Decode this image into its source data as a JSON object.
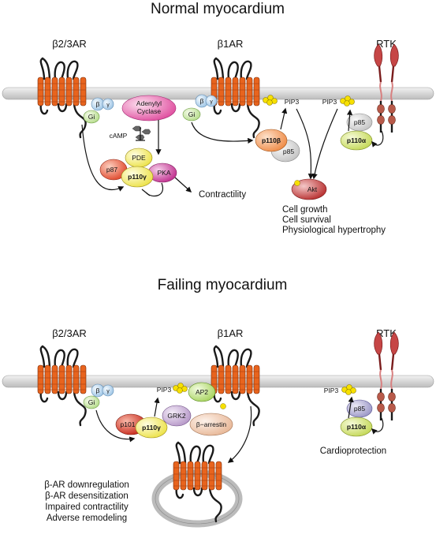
{
  "panels": {
    "normal": {
      "title": "Normal myocardium",
      "receptors": {
        "b23ar": "β2/3AR",
        "b1ar": "β1AR",
        "rtk": "RTK"
      },
      "proteins": {
        "beta_left": "β",
        "gamma_left": "γ",
        "gi": "Gi",
        "beta_mid": "β",
        "gamma_mid": "γ",
        "gi_mid": "Gi",
        "adenylyl_cyclase_line1": "Adenylyl",
        "adenylyl_cyclase_line2": "Cyclase",
        "camp": "cAMP",
        "pde": "PDE",
        "p87": "p87",
        "p110g": "p110γ",
        "pka": "PKA",
        "p110b": "p110β",
        "p85_mid": "p85",
        "pip3_mid": "PIP3",
        "pip3_right": "PIP3",
        "p85_right": "p85",
        "p110a": "p110α",
        "akt": "Akt"
      },
      "outcomes": {
        "contractility": "Contractility",
        "akt_effects": [
          "Cell growth",
          "Cell survival",
          "Physiological hypertrophy"
        ]
      }
    },
    "failing": {
      "title": "Failing myocardium",
      "receptors": {
        "b23ar": "β2/3AR",
        "b1ar": "β1AR",
        "rtk": "RTK"
      },
      "proteins": {
        "beta": "β",
        "gamma": "γ",
        "gi": "Gi",
        "pip3_mid": "PIP3",
        "ap2": "AP2",
        "p101": "p101",
        "p110g": "p110γ",
        "grk2": "GRK2",
        "barrestin": "β−arrestin",
        "pip3_right": "PIP3",
        "p85": "p85",
        "p110a": "p110α"
      },
      "outcomes": {
        "cardioprotection": "Cardioprotection",
        "bar_effects": [
          "β-AR downregulation",
          "β-AR desensitization",
          "Impaired contractility",
          "Adverse remodeling"
        ]
      }
    }
  },
  "colors": {
    "receptor": "#e8641e",
    "membrane": "#d8d8d8",
    "rtk": "#c24a4a",
    "beta_subunit": "#bcd9f0",
    "gi": "#d8efb8",
    "adenylyl_cyclase": "#e860a8",
    "pde": "#f3ee60",
    "p87": "#e65a3a",
    "pka": "#c83a9a",
    "p110b": "#f29a5a",
    "p85": "#d6d6d6",
    "p110a": "#cde06c",
    "akt": "#c64040",
    "ap2": "#b8e070",
    "grk2": "#c8a6d6",
    "barrestin": "#ecc6aa",
    "p101": "#d23a2a",
    "pip3": "#f7e000"
  }
}
